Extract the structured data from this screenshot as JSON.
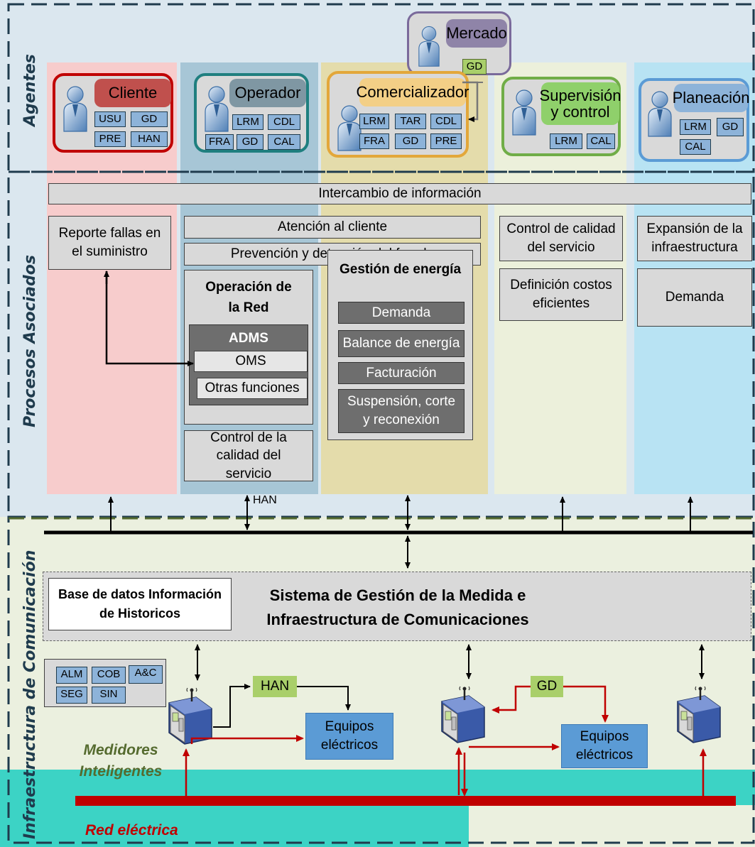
{
  "sections": {
    "agents": "Agentes",
    "processes": "Procesos  Asociados",
    "infra": "Infraestructura de Comunicación"
  },
  "agents": {
    "mercado": {
      "title": "Mercado",
      "tags": [
        "GD"
      ]
    },
    "cliente": {
      "title": "Cliente",
      "tags": [
        "USU",
        "GD",
        "PRE",
        "HAN"
      ]
    },
    "operador": {
      "title": "Operador",
      "tags": [
        "LRM",
        "CDL",
        "FRA",
        "GD",
        "CAL"
      ]
    },
    "comercializador": {
      "title": "Comercializador",
      "tags": [
        "LRM",
        "TAR",
        "CDL",
        "FRA",
        "GD",
        "PRE"
      ]
    },
    "supervision": {
      "title": "Supervisión y control",
      "tags": [
        "LRM",
        "CAL"
      ]
    },
    "planeacion": {
      "title": "Planeación",
      "tags": [
        "LRM",
        "GD",
        "CAL"
      ]
    }
  },
  "processes": {
    "intercambio": "Intercambio de información",
    "reporte": "Reporte fallas en el suministro",
    "atencion": "Atención al cliente",
    "prevencion": "Prevención y detección del fraude",
    "operacion_title": "Operación de la Red",
    "adms": "ADMS",
    "oms": "OMS",
    "otras": "Otras funciones",
    "control_calidad_red": "Control de la calidad del servicio",
    "gestion_title": "Gestión de energía",
    "gestion_items": [
      "Demanda",
      "Balance de energía",
      "Facturación",
      "Suspensión, corte y reconexión"
    ],
    "control_calidad": "Control de calidad del servicio",
    "definicion_costos": "Definición costos eficientes",
    "expansion": "Expansión de la infraestructura",
    "demanda": "Demanda"
  },
  "infra": {
    "base_datos": "Base de datos Información de Historicos",
    "sistema_line1": "Sistema de Gestión de la Medida e",
    "sistema_line2": "Infraestructura de Comunicaciones",
    "meter_tags": [
      "ALM",
      "COB",
      "A&C",
      "SEG",
      "SIN"
    ],
    "han": "HAN",
    "gd": "GD",
    "equipos": "Equipos eléctricos",
    "medidores": "Medidores Inteligentes",
    "red": "Red eléctrica"
  },
  "colors": {
    "cliente": "#c0504d",
    "operador": "#31859c",
    "comercializador": "#e3a73a",
    "supervision": "#70ad47",
    "planeacion": "#5b9bd5",
    "mercado": "#7a6a9b",
    "tag": "#8db3d9",
    "process_box": "#d9d9d9",
    "dark_box": "#6e6e6e",
    "green_tag": "#a9cf6a",
    "equipment": "#5b9bd5",
    "grid_line": "#c00000",
    "teal": "#3cd3c5"
  }
}
